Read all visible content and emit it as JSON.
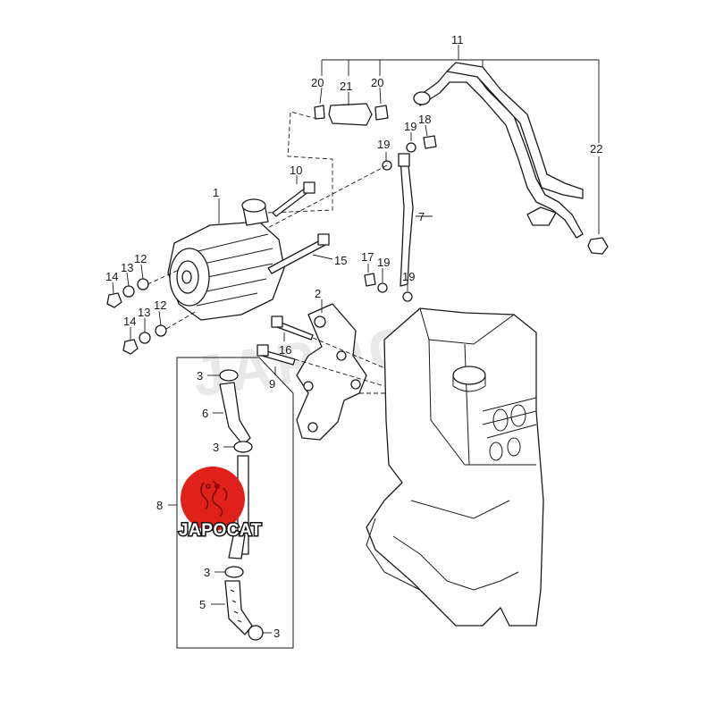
{
  "diagram": {
    "callouts": {
      "c1": "1",
      "c2": "2",
      "c3a": "3",
      "c3b": "3",
      "c3c": "3",
      "c3d": "3",
      "c5": "5",
      "c6": "6",
      "c7": "7",
      "c8": "8",
      "c9": "9",
      "c10": "10",
      "c11": "11",
      "c12a": "12",
      "c12b": "12",
      "c13a": "13",
      "c13b": "13",
      "c14a": "14",
      "c14b": "14",
      "c15": "15",
      "c16": "16",
      "c17": "17",
      "c18": "18",
      "c19a": "19",
      "c19b": "19",
      "c19c": "19",
      "c19d": "19",
      "c20a": "20",
      "c20b": "20",
      "c21": "21",
      "c22": "22"
    }
  },
  "watermark": {
    "text": "JAPOCAT",
    "color": "#cccccc"
  },
  "logo": {
    "text": "JAPOCAT",
    "color": "#e0201b"
  },
  "colors": {
    "line": "#1a1a1a",
    "background": "#ffffff"
  }
}
